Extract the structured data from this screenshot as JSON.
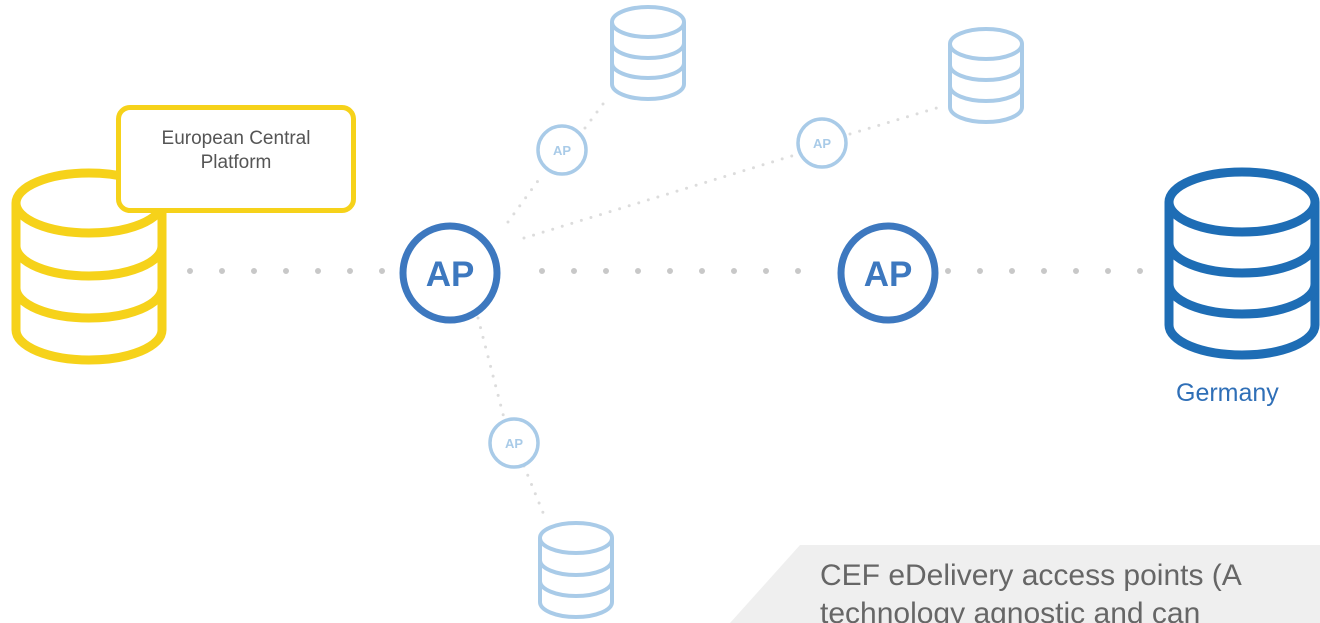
{
  "central_platform": {
    "label_line1": "European Central",
    "label_line2": "Platform",
    "color": "#f6d21a"
  },
  "main_access_points": [
    {
      "label": "AP"
    },
    {
      "label": "AP"
    }
  ],
  "secondary_access_points": [
    {
      "label": "AP"
    },
    {
      "label": "AP"
    },
    {
      "label": "AP"
    }
  ],
  "country": {
    "label": "Germany",
    "color": "#1e6db5"
  },
  "caption": {
    "line1": "CEF eDelivery access points (A",
    "line2": "technology agnostic and can"
  },
  "colors": {
    "main_ap": "#3d78bf",
    "secondary": "#a9cbe8",
    "connector": "#c8c8c8",
    "text": "#555555"
  },
  "icons": [
    "database-icon",
    "access-point-icon"
  ]
}
